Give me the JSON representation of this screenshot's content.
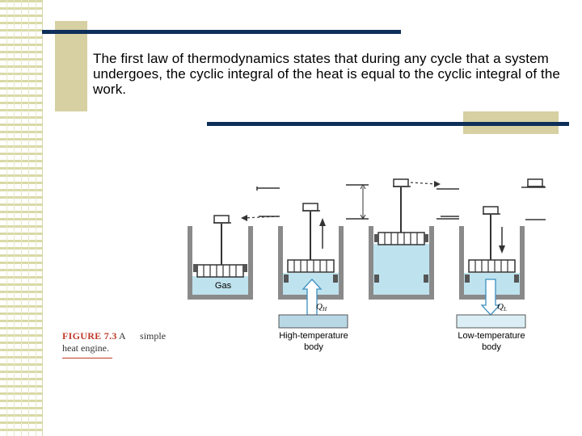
{
  "slide": {
    "body_text": "The first law of thermodynamics states that during any cycle that a system undergoes, the cyclic integral of the heat is equal to the cyclic integral of the work."
  },
  "figure": {
    "caption_label": "FIGURE 7.3",
    "caption_text_line1": "A      simple",
    "caption_text_line2": "heat engine.",
    "gas_label": "Gas",
    "qh_label": "Q",
    "qh_sub": "H",
    "ql_label": "Q",
    "ql_sub": "L",
    "high_body_line1": "High-temperature",
    "high_body_line2": "body",
    "low_body_line1": "Low-temperature",
    "low_body_line2": "body",
    "colors": {
      "water": "#bfe3ee",
      "wall": "#8a8a8a",
      "high_body": "#b9d8e6",
      "low_body": "#dbeef5",
      "accent_navy": "#0e2f5a",
      "accent_tan": "#d6d0a2"
    }
  }
}
